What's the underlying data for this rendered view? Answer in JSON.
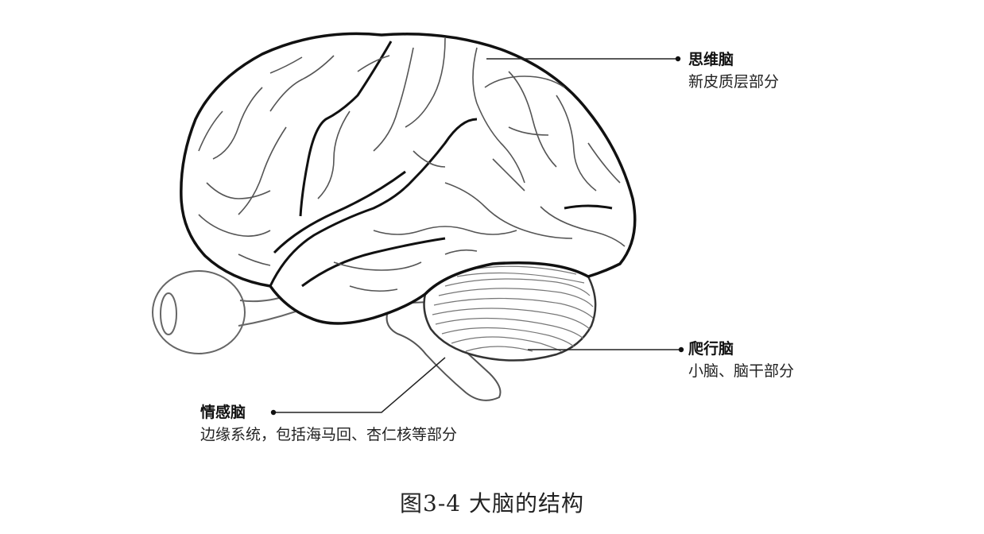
{
  "labels": {
    "thinking_brain": {
      "title": "思维脑",
      "description": "新皮质层部分"
    },
    "reptile_brain": {
      "title": "爬行脑",
      "description": "小脑、脑干部分"
    },
    "emotional_brain": {
      "title": "情感脑",
      "description": "边缘系统，包括海马回、杏仁核等部分"
    }
  },
  "caption": "图3-4 大脑的结构",
  "colors": {
    "outline": "#111111",
    "sulci": "#555555",
    "eye": "#666666",
    "background": "#ffffff"
  }
}
